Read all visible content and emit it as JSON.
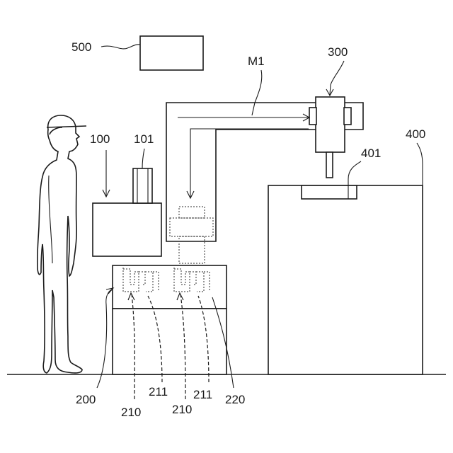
{
  "labels": {
    "controller": "500",
    "robot": "300",
    "path": "M1",
    "machine": "400",
    "machine_slot": "401",
    "station": "100",
    "station_part": "101",
    "table": "200",
    "holder_left": "210",
    "holder_right": "210",
    "pin_left": "211",
    "pin_right": "211",
    "table_top": "220"
  }
}
